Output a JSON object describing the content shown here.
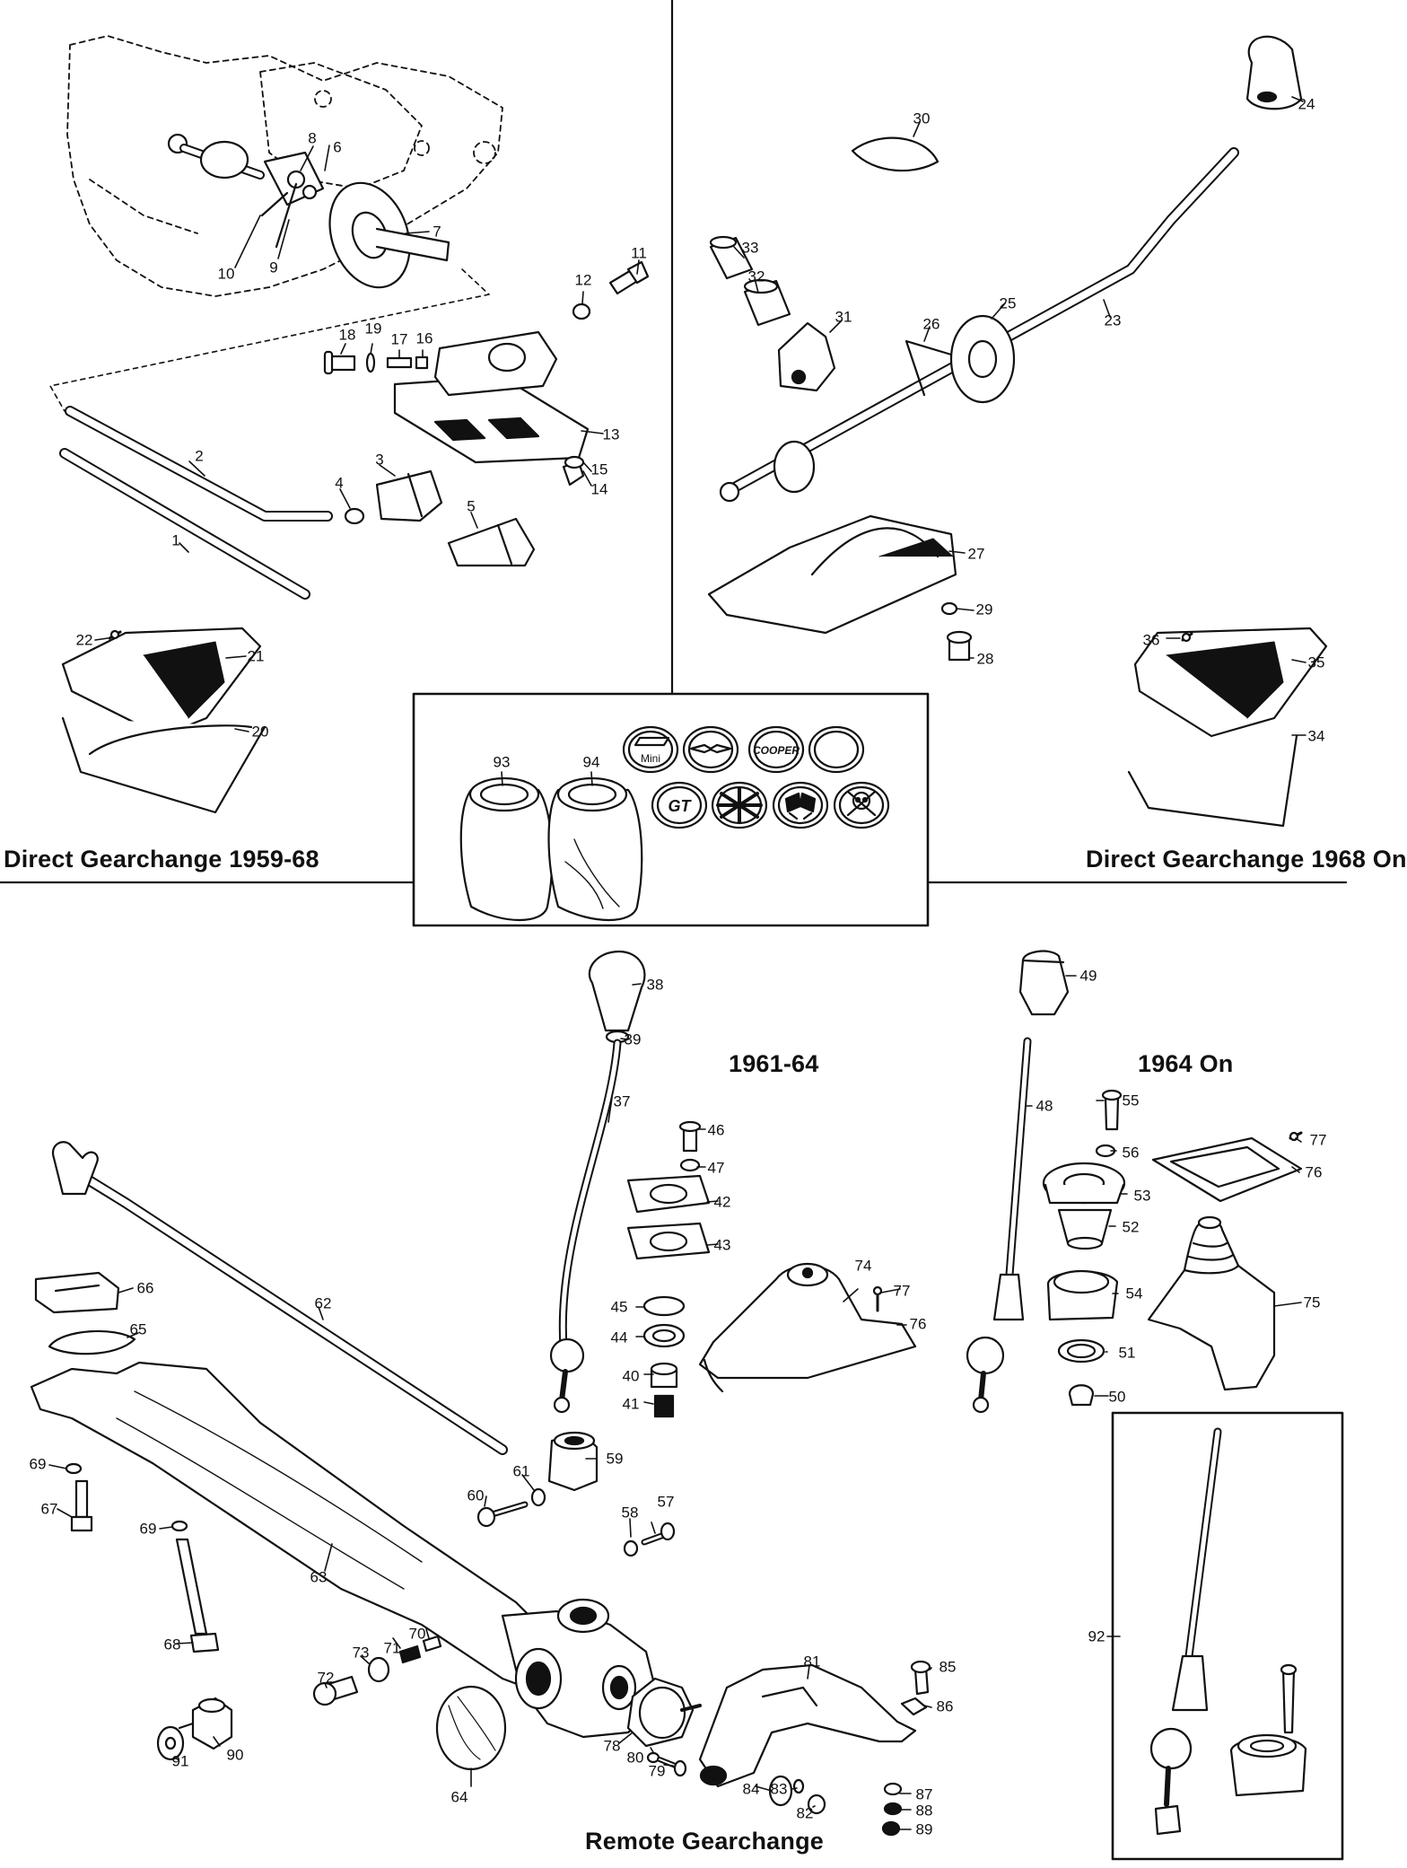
{
  "sections": {
    "direct_1959_68": "Direct Gearchange 1959-68",
    "direct_1968_on": "Direct Gearchange 1968 On",
    "remote_1961_64": "1961-64",
    "remote_1964_on": "1964 On",
    "remote": "Remote Gearchange"
  },
  "badges": {
    "mini": "Mini",
    "cooper": "COOPER",
    "gt": "GT"
  },
  "callouts": [
    {
      "id": "1",
      "t": "1"
    },
    {
      "id": "2",
      "t": "2"
    },
    {
      "id": "3",
      "t": "3"
    },
    {
      "id": "4",
      "t": "4"
    },
    {
      "id": "5",
      "t": "5"
    },
    {
      "id": "6",
      "t": "6"
    },
    {
      "id": "7",
      "t": "7"
    },
    {
      "id": "8",
      "t": "8"
    },
    {
      "id": "9",
      "t": "9"
    },
    {
      "id": "10",
      "t": "10"
    },
    {
      "id": "11",
      "t": "11"
    },
    {
      "id": "12",
      "t": "12"
    },
    {
      "id": "13",
      "t": "13"
    },
    {
      "id": "14",
      "t": "14"
    },
    {
      "id": "15",
      "t": "15"
    },
    {
      "id": "16",
      "t": "16"
    },
    {
      "id": "17",
      "t": "17"
    },
    {
      "id": "18",
      "t": "18"
    },
    {
      "id": "19",
      "t": "19"
    },
    {
      "id": "20",
      "t": "20"
    },
    {
      "id": "21",
      "t": "21"
    },
    {
      "id": "22",
      "t": "22"
    },
    {
      "id": "23",
      "t": "23"
    },
    {
      "id": "24",
      "t": "24"
    },
    {
      "id": "25",
      "t": "25"
    },
    {
      "id": "26",
      "t": "26"
    },
    {
      "id": "27",
      "t": "27"
    },
    {
      "id": "28",
      "t": "28"
    },
    {
      "id": "29",
      "t": "29"
    },
    {
      "id": "30",
      "t": "30"
    },
    {
      "id": "31",
      "t": "31"
    },
    {
      "id": "32",
      "t": "32"
    },
    {
      "id": "33",
      "t": "33"
    },
    {
      "id": "34",
      "t": "34"
    },
    {
      "id": "35",
      "t": "35"
    },
    {
      "id": "36",
      "t": "36"
    },
    {
      "id": "37",
      "t": "37"
    },
    {
      "id": "38",
      "t": "38"
    },
    {
      "id": "39",
      "t": "39"
    },
    {
      "id": "40",
      "t": "40"
    },
    {
      "id": "41",
      "t": "41"
    },
    {
      "id": "42",
      "t": "42"
    },
    {
      "id": "43",
      "t": "43"
    },
    {
      "id": "44",
      "t": "44"
    },
    {
      "id": "45",
      "t": "45"
    },
    {
      "id": "46",
      "t": "46"
    },
    {
      "id": "47",
      "t": "47"
    },
    {
      "id": "48",
      "t": "48"
    },
    {
      "id": "49",
      "t": "49"
    },
    {
      "id": "50",
      "t": "50"
    },
    {
      "id": "51",
      "t": "51"
    },
    {
      "id": "52",
      "t": "52"
    },
    {
      "id": "53",
      "t": "53"
    },
    {
      "id": "54",
      "t": "54"
    },
    {
      "id": "55",
      "t": "55"
    },
    {
      "id": "56",
      "t": "56"
    },
    {
      "id": "57",
      "t": "57"
    },
    {
      "id": "58",
      "t": "58"
    },
    {
      "id": "59",
      "t": "59"
    },
    {
      "id": "60",
      "t": "60"
    },
    {
      "id": "61",
      "t": "61"
    },
    {
      "id": "62",
      "t": "62"
    },
    {
      "id": "63",
      "t": "63"
    },
    {
      "id": "64",
      "t": "64"
    },
    {
      "id": "65",
      "t": "65"
    },
    {
      "id": "66",
      "t": "66"
    },
    {
      "id": "67",
      "t": "67"
    },
    {
      "id": "68",
      "t": "68"
    },
    {
      "id": "69a",
      "t": "69"
    },
    {
      "id": "69b",
      "t": "69"
    },
    {
      "id": "70",
      "t": "70"
    },
    {
      "id": "71",
      "t": "71"
    },
    {
      "id": "72",
      "t": "72"
    },
    {
      "id": "73",
      "t": "73"
    },
    {
      "id": "74",
      "t": "74"
    },
    {
      "id": "75",
      "t": "75"
    },
    {
      "id": "76a",
      "t": "76"
    },
    {
      "id": "76b",
      "t": "76"
    },
    {
      "id": "77a",
      "t": "77"
    },
    {
      "id": "77b",
      "t": "77"
    },
    {
      "id": "78",
      "t": "78"
    },
    {
      "id": "79",
      "t": "79"
    },
    {
      "id": "80",
      "t": "80"
    },
    {
      "id": "81",
      "t": "81"
    },
    {
      "id": "82",
      "t": "82"
    },
    {
      "id": "83",
      "t": "83"
    },
    {
      "id": "84",
      "t": "84"
    },
    {
      "id": "85",
      "t": "85"
    },
    {
      "id": "86",
      "t": "86"
    },
    {
      "id": "87",
      "t": "87"
    },
    {
      "id": "88",
      "t": "88"
    },
    {
      "id": "89",
      "t": "89"
    },
    {
      "id": "90",
      "t": "90"
    },
    {
      "id": "91",
      "t": "91"
    },
    {
      "id": "92",
      "t": "92"
    },
    {
      "id": "93",
      "t": "93"
    },
    {
      "id": "94",
      "t": "94"
    }
  ]
}
